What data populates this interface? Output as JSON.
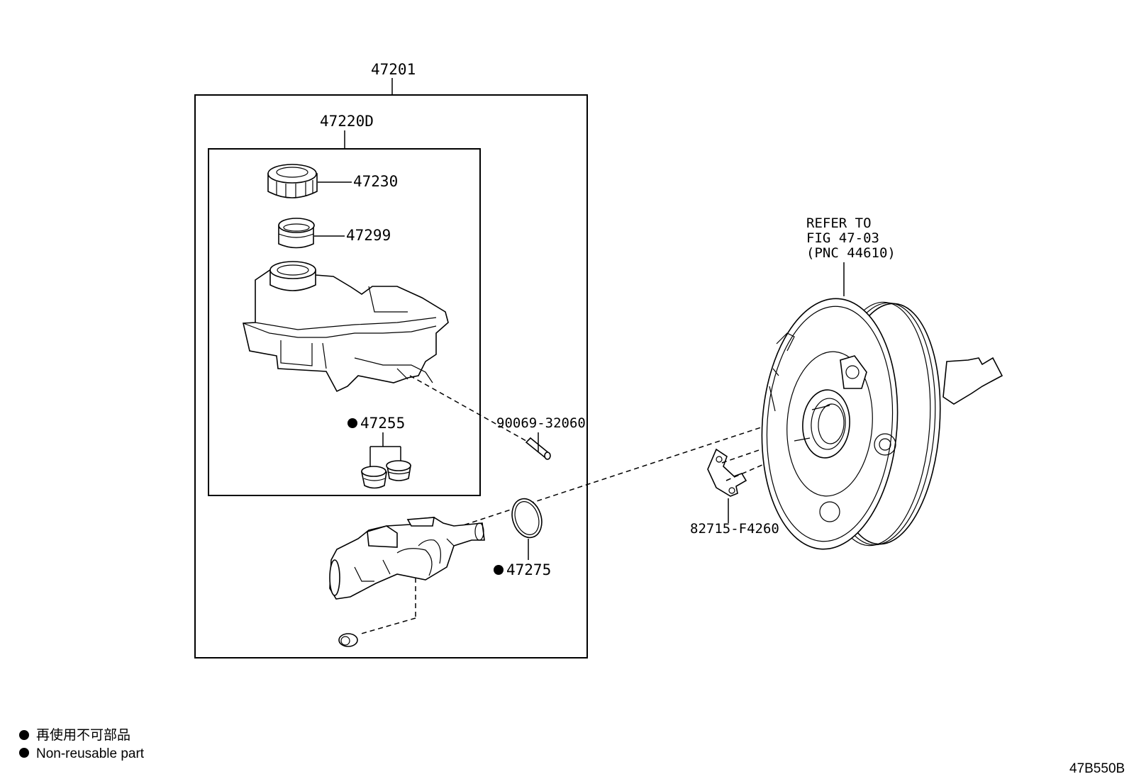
{
  "assembly": {
    "label": "47201",
    "subassembly": {
      "label": "47220D"
    }
  },
  "parts": {
    "cap": "47230",
    "strainer": "47299",
    "grommet": "47255",
    "pin": "90069-32060",
    "o_ring": "47275",
    "plate": "82715-F4260"
  },
  "booster_ref": {
    "line1": "REFER TO",
    "line2": "FIG 47-03",
    "line3": "(PNC 44610)"
  },
  "legend": {
    "jp": "再使用不可部品",
    "en": "Non-reusable part"
  },
  "figure_code": "47B550B"
}
